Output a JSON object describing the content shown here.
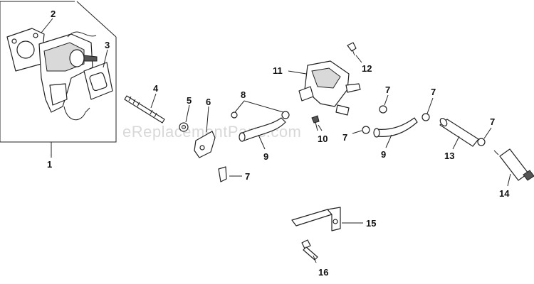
{
  "watermark": "eReplacementParts.com",
  "callouts": [
    {
      "id": "c1",
      "label": "1"
    },
    {
      "id": "c2",
      "label": "2"
    },
    {
      "id": "c3",
      "label": "3"
    },
    {
      "id": "c4",
      "label": "4"
    },
    {
      "id": "c5",
      "label": "5"
    },
    {
      "id": "c6",
      "label": "6"
    },
    {
      "id": "c7a",
      "label": "7"
    },
    {
      "id": "c7b",
      "label": "7"
    },
    {
      "id": "c7c",
      "label": "7"
    },
    {
      "id": "c7d",
      "label": "7"
    },
    {
      "id": "c7e",
      "label": "7"
    },
    {
      "id": "c7f",
      "label": "7"
    },
    {
      "id": "c8",
      "label": "8"
    },
    {
      "id": "c9a",
      "label": "9"
    },
    {
      "id": "c9b",
      "label": "9"
    },
    {
      "id": "c10",
      "label": "10"
    },
    {
      "id": "c11",
      "label": "11"
    },
    {
      "id": "c12",
      "label": "12"
    },
    {
      "id": "c13",
      "label": "13"
    },
    {
      "id": "c14",
      "label": "14"
    },
    {
      "id": "c15",
      "label": "15"
    },
    {
      "id": "c16",
      "label": "16"
    }
  ],
  "colors": {
    "line": "#222222",
    "background": "#ffffff",
    "watermark": "#c8c8c8"
  }
}
